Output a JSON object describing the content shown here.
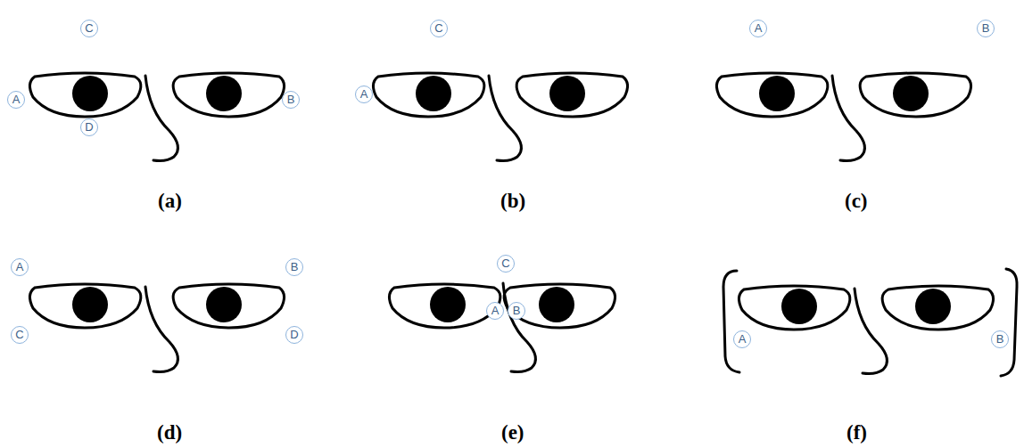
{
  "diagram": {
    "labels": [
      "C",
      "A",
      "B",
      "D",
      "(a)",
      "C",
      "A",
      "(b)",
      "A",
      "B",
      "(c)",
      "A",
      "B",
      "C",
      "D",
      "(d)",
      "C",
      "A",
      "B",
      "(e)",
      "A",
      "B",
      "(f)"
    ]
  }
}
